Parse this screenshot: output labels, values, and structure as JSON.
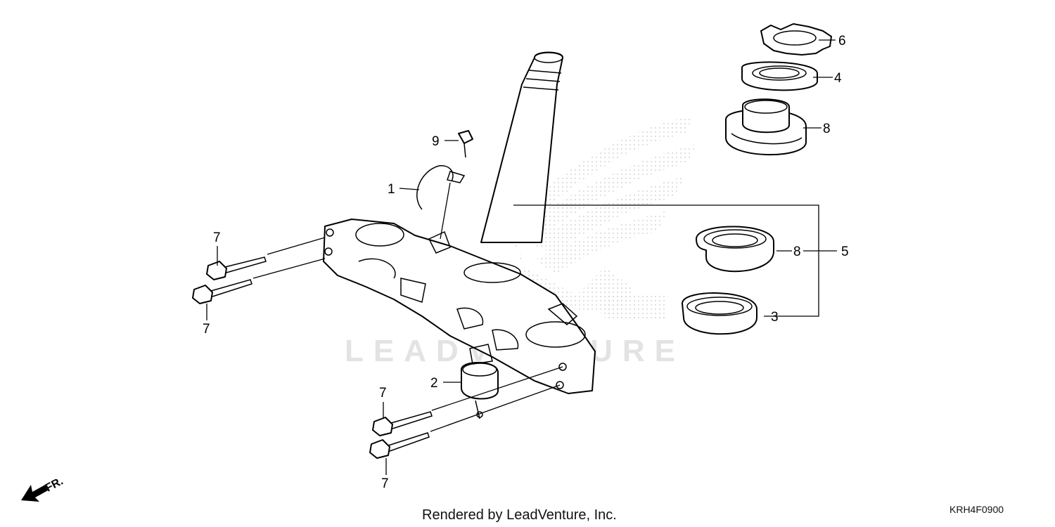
{
  "diagram": {
    "watermark": "LEADVENTURE",
    "footer": "Rendered by LeadVenture, Inc.",
    "code": "KRH4F0900",
    "direction_label": "FR.",
    "callouts": {
      "c1": "1",
      "c2": "2",
      "c3": "3",
      "c4": "4",
      "c5": "5",
      "c6": "6",
      "c7a": "7",
      "c7b": "7",
      "c7c": "7",
      "c7d": "7",
      "c8a": "8",
      "c8b": "8",
      "c9": "9"
    },
    "colors": {
      "line": "#000000",
      "watermark": "#e3e3e3",
      "background": "#ffffff"
    }
  }
}
